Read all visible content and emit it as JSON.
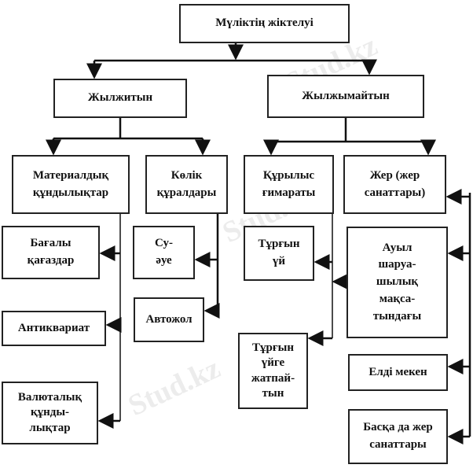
{
  "title": "Мүліктің жіктелуі",
  "level1": {
    "movable": "Жылжитын",
    "immovable": "Жылжымайтын"
  },
  "level2": {
    "material": "Материалдық\nқұндылықтар",
    "vehicles": "Көлік\nқұралдары",
    "buildings": "Құрылыс\nғимараты",
    "land": "Жер (жер\nсанаттары)"
  },
  "leaves": {
    "securities": "Бағалы\nқағаздар",
    "antiques": "Антиквариат",
    "currency": "Валюталық\nқұнды-\nлықтар",
    "water_air": "Су-\nәуе",
    "road": "Автожол",
    "residential": "Тұрғын\nүй",
    "nonresidential": "Тұрғын\nүйге\nжатпай-\nтын",
    "agricultural": "Ауыл\nшаруа-\nшылық\nмақса-\nтындағы",
    "settlement": "Елді мекен",
    "other_land": "Басқа да жер\nсанаттары"
  },
  "watermark": "Stud.kz"
}
